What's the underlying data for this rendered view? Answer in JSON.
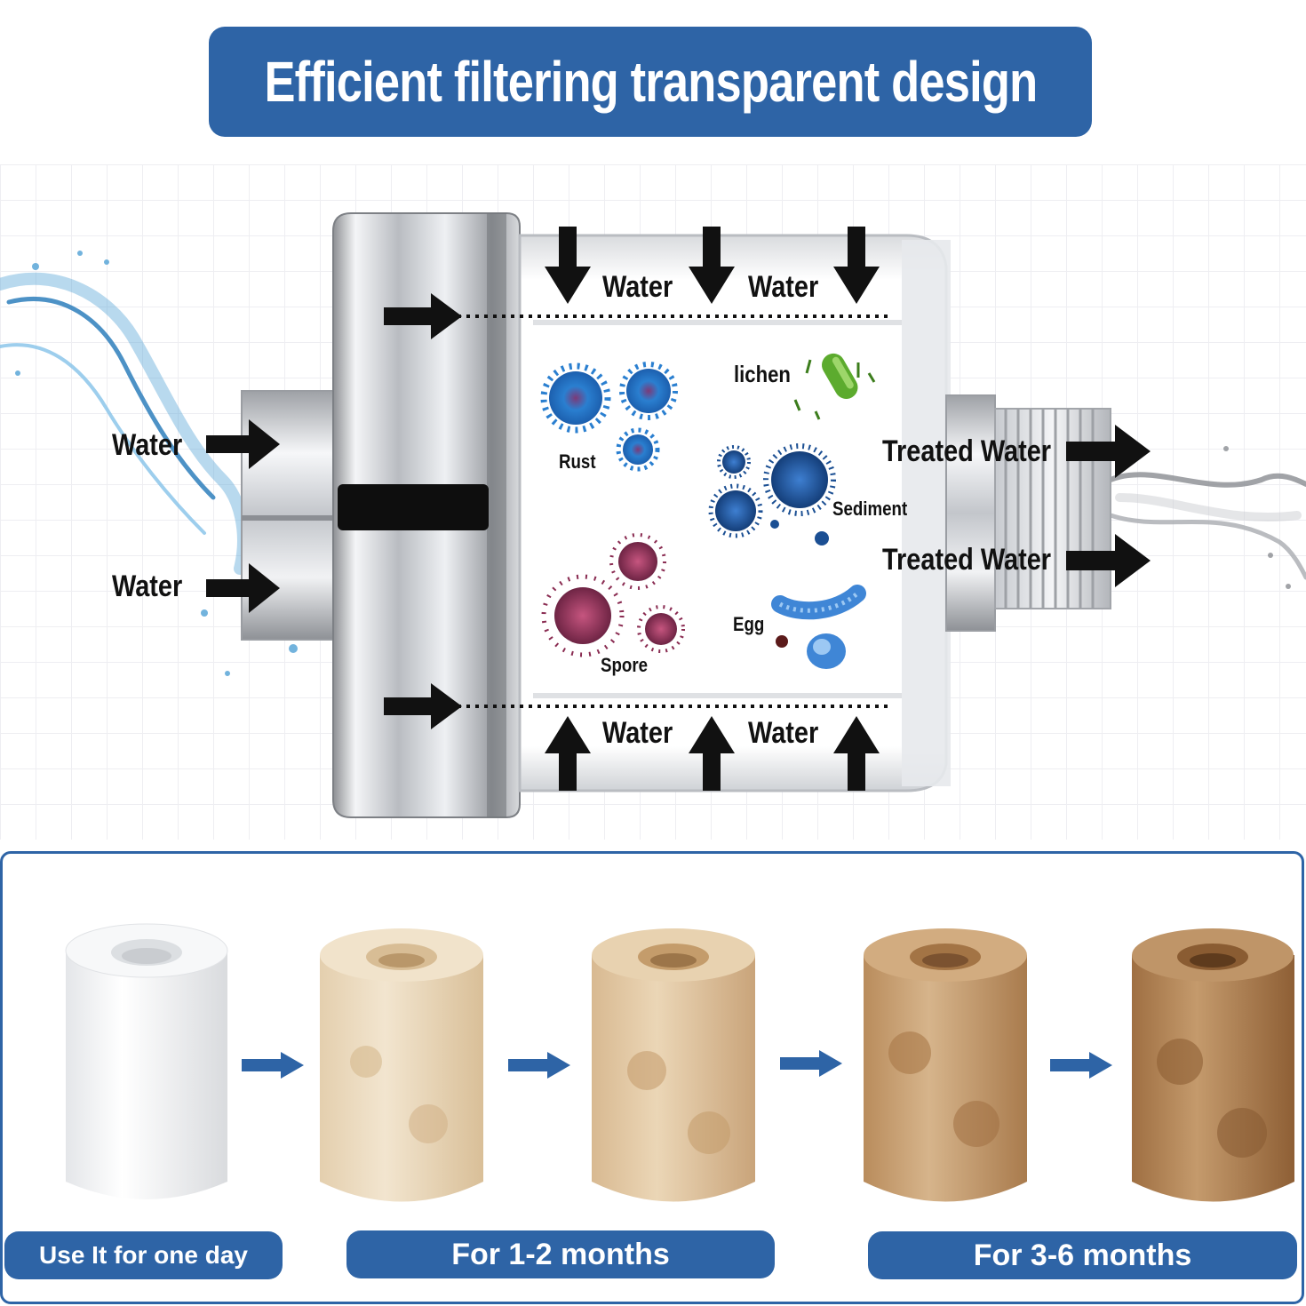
{
  "title": "Efficient filtering transparent design",
  "diagram": {
    "inlet_labels": [
      "Water",
      "Water"
    ],
    "flow_labels_top": [
      "Water",
      "Water"
    ],
    "flow_labels_bottom": [
      "Water",
      "Water"
    ],
    "contaminants": {
      "rust": "Rust",
      "lichen": "lichen",
      "sediment": "Sediment",
      "spore": "Spore",
      "egg": "Egg"
    },
    "outlet_labels": [
      "Treated Water",
      "Treated Water"
    ]
  },
  "stages": {
    "labels": [
      "Use It for one day",
      "For 1-2 months",
      "For 3-6 months"
    ]
  },
  "colors": {
    "accent": "#2e64a6",
    "text_dark": "#111111",
    "rust_virus": "#2a7fd0",
    "spore_virus": "#8a2c52",
    "sediment_virus": "#1b4f93",
    "lichen": "#5cab2e",
    "egg": "#3f86d6"
  }
}
